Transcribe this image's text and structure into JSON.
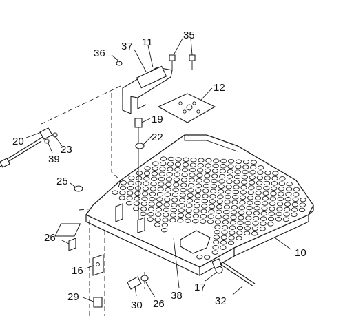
{
  "callouts": [
    {
      "id": "c36",
      "text": "36"
    },
    {
      "id": "c37",
      "text": "37"
    },
    {
      "id": "c11",
      "text": "11"
    },
    {
      "id": "c35",
      "text": "35"
    },
    {
      "id": "c12",
      "text": "12"
    },
    {
      "id": "c19",
      "text": "19"
    },
    {
      "id": "c22",
      "text": "22"
    },
    {
      "id": "c20",
      "text": "20"
    },
    {
      "id": "c23",
      "text": "23"
    },
    {
      "id": "c39",
      "text": "39"
    },
    {
      "id": "c25",
      "text": "25"
    },
    {
      "id": "c26a",
      "text": "26"
    },
    {
      "id": "c10",
      "text": "10"
    },
    {
      "id": "c16",
      "text": "16"
    },
    {
      "id": "c17",
      "text": "17"
    },
    {
      "id": "c29",
      "text": "29"
    },
    {
      "id": "c30",
      "text": "30"
    },
    {
      "id": "c26b",
      "text": "26"
    },
    {
      "id": "c38",
      "text": "38"
    },
    {
      "id": "c32",
      "text": "32"
    }
  ]
}
